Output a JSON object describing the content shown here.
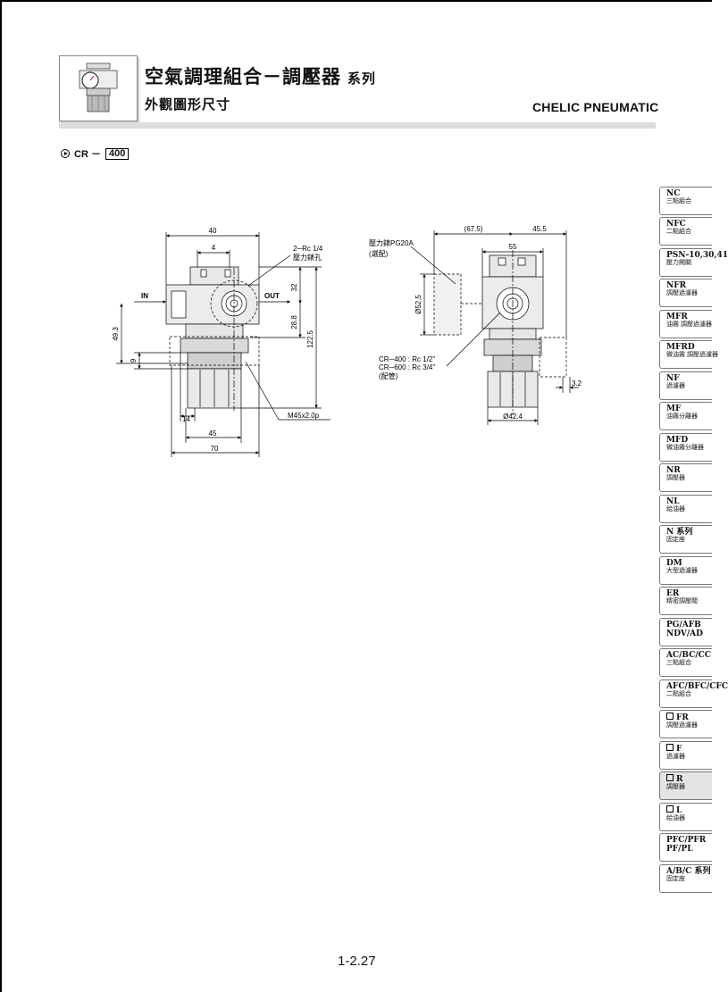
{
  "header": {
    "title": "空氣調理組合－調壓器",
    "title_suffix": "系列",
    "subtitle": "外觀圖形尺寸",
    "brand": "CHELIC PNEUMATIC"
  },
  "model": {
    "prefix": "CR －",
    "size": "400"
  },
  "drawing": {
    "left": {
      "dim_40": "40",
      "dim_4": "4",
      "port_label_1": "2─Rc 1/4",
      "port_label_2": "壓力錶孔",
      "in": "IN",
      "out": "OUT",
      "dim_32": "32",
      "dim_288": "28.8",
      "dim_1225": "122.5",
      "dim_493": "49.3",
      "dim_9": "9",
      "dim_14": "14",
      "dim_45": "45",
      "dim_70": "70",
      "thread": "M45x2.0p"
    },
    "right": {
      "dim_675": "(67.5)",
      "dim_455": "45.5",
      "dim_55": "55",
      "gauge_1": "壓力錶PG20A",
      "gauge_2": "(選配)",
      "dim_525": "Ø52.5",
      "dim_32": "3.2",
      "dim_424": "Ø42.4",
      "port_1": "CR─400 : Rc 1/2\"",
      "port_2": "CR─600 : Rc 3/4\"",
      "port_3": "(配管)"
    }
  },
  "tabs": [
    {
      "code": "NC",
      "desc": "三點組合",
      "sq": false,
      "active": false
    },
    {
      "code": "NFC",
      "desc": "二點組合",
      "sq": false,
      "active": false
    },
    {
      "code": "PSN-10,30,41",
      "desc": "壓力開關",
      "sq": false,
      "active": false
    },
    {
      "code": "NFR",
      "desc": "調壓過濾器",
      "sq": false,
      "active": false
    },
    {
      "code": "MFR",
      "desc": "油霧 調壓過濾器",
      "sq": false,
      "active": false
    },
    {
      "code": "MFRD",
      "desc": "微油霧 調壓過濾器",
      "sq": false,
      "active": false
    },
    {
      "code": "NF",
      "desc": "過濾器",
      "sq": false,
      "active": false
    },
    {
      "code": "MF",
      "desc": "油霧分離器",
      "sq": false,
      "active": false
    },
    {
      "code": "MFD",
      "desc": "微油霧分離器",
      "sq": false,
      "active": false
    },
    {
      "code": "NR",
      "desc": "調壓器",
      "sq": false,
      "active": false
    },
    {
      "code": "NL",
      "desc": "給油器",
      "sq": false,
      "active": false
    },
    {
      "code": "N 系列",
      "desc": "固定座",
      "sq": false,
      "active": false
    },
    {
      "code": "DM",
      "desc": "大型過濾器",
      "sq": false,
      "active": false
    },
    {
      "code": "ER",
      "desc": "精密調壓閥",
      "sq": false,
      "active": false
    },
    {
      "code": "PG/AFB",
      "desc": "NDV/AD",
      "sq": false,
      "active": false
    },
    {
      "code": "AC/BC/CC",
      "desc": "三點組合",
      "sq": false,
      "active": false
    },
    {
      "code": "AFC/BFC/CFC",
      "desc": "二點組合",
      "sq": false,
      "active": false
    },
    {
      "code": "FR",
      "desc": "調壓過濾器",
      "sq": true,
      "active": false
    },
    {
      "code": "F",
      "desc": "過濾器",
      "sq": true,
      "active": false
    },
    {
      "code": "R",
      "desc": "調壓器",
      "sq": true,
      "active": true
    },
    {
      "code": "L",
      "desc": "給油器",
      "sq": true,
      "active": false
    },
    {
      "code": "PFC/PFR",
      "desc": "PF/PL",
      "sq": false,
      "active": false
    },
    {
      "code": "A/B/C 系列",
      "desc": "固定座",
      "sq": false,
      "active": false
    }
  ],
  "footer": {
    "page_number": "1-2.27"
  }
}
